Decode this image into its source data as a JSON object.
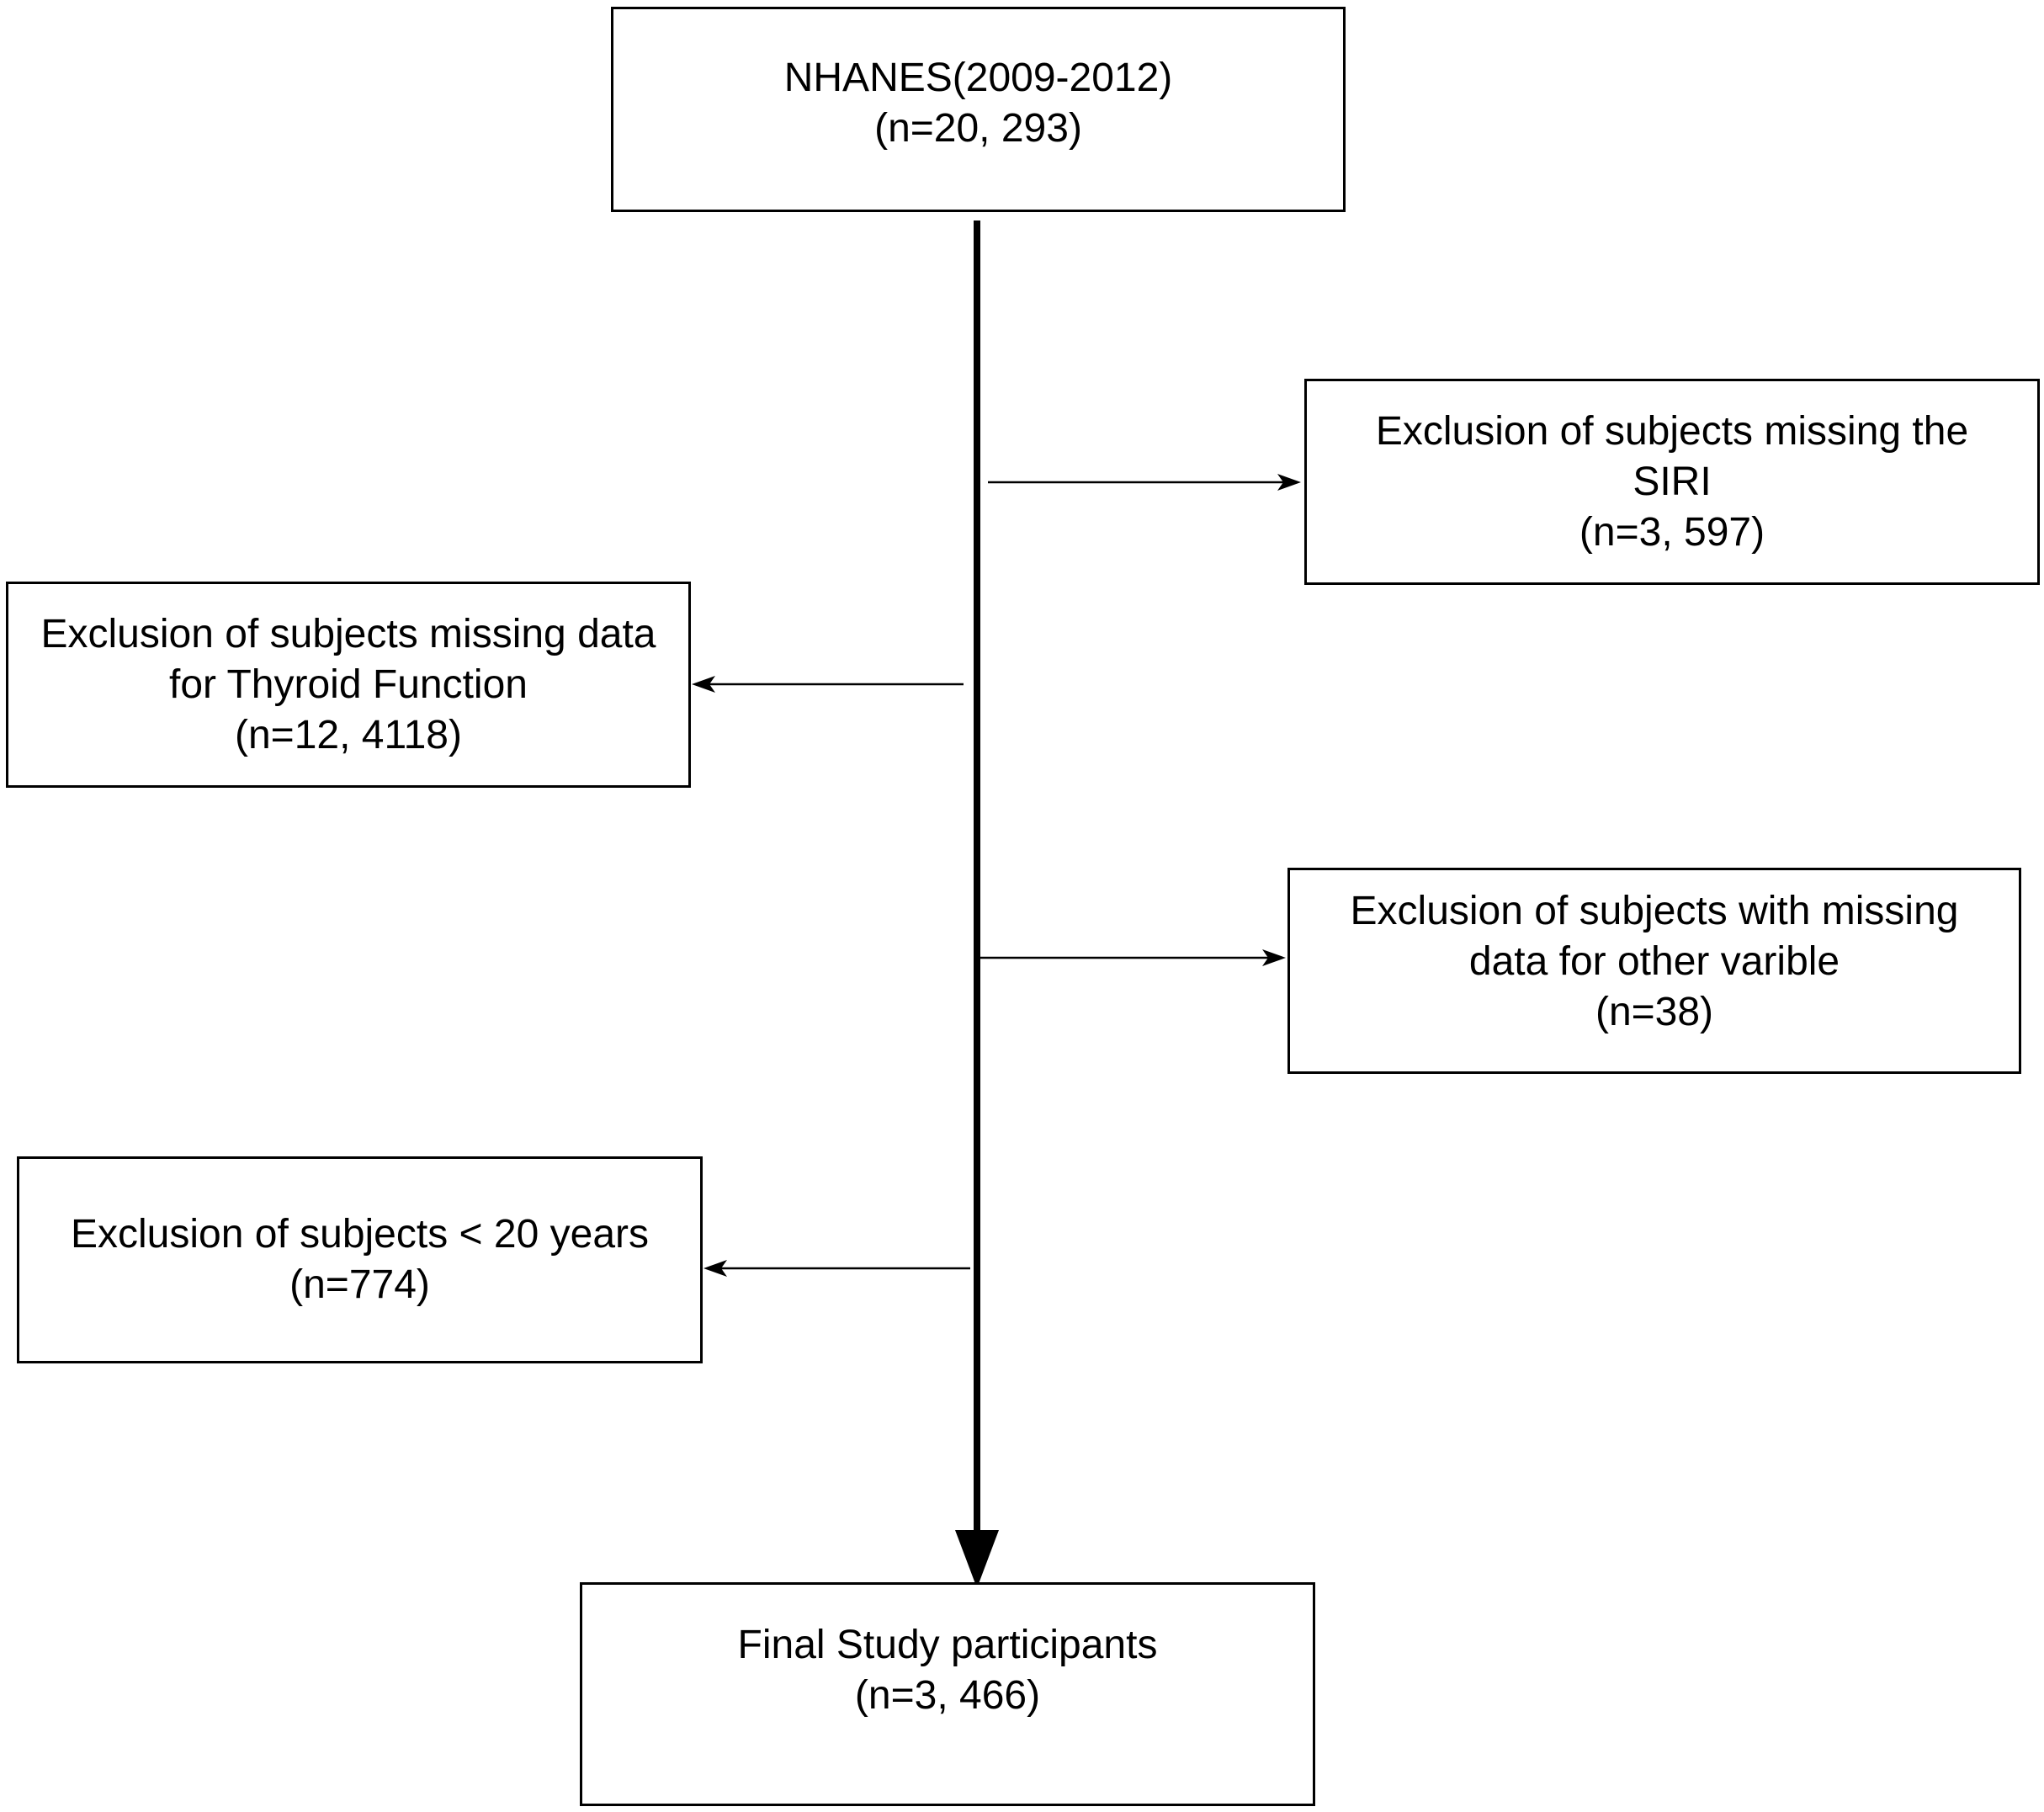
{
  "boxes": {
    "start": {
      "line1": "NHANES(2009-2012)",
      "line2": "(n=20, 293)"
    },
    "siri": {
      "line1": "Exclusion of subjects missing the",
      "line2": "SIRI",
      "line3": "(n=3, 597)"
    },
    "thyroid": {
      "line1": "Exclusion of subjects missing data",
      "line2": "for Thyroid Function",
      "line3": "(n=12, 4118)"
    },
    "other": {
      "line1": "Exclusion of subjects with missing",
      "line2": "data for other varible",
      "line3": "(n=38)"
    },
    "age": {
      "line1": "Exclusion of subjects < 20 years",
      "line2": "(n=774)"
    },
    "final": {
      "line1": "Final Study participants",
      "line2": "(n=3, 466)"
    }
  }
}
